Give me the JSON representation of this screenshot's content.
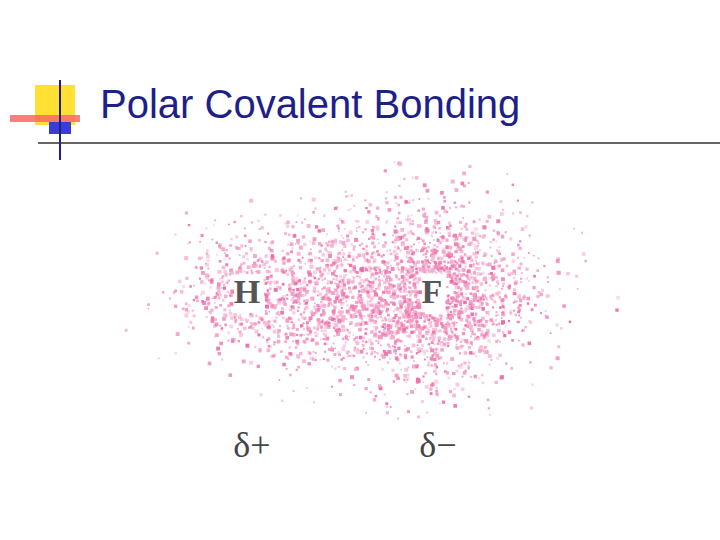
{
  "diagram": {
    "title": "Polar Covalent Bonding",
    "labels": [
      "H",
      "F",
      "δ+",
      "δ−"
    ]
  }
}
